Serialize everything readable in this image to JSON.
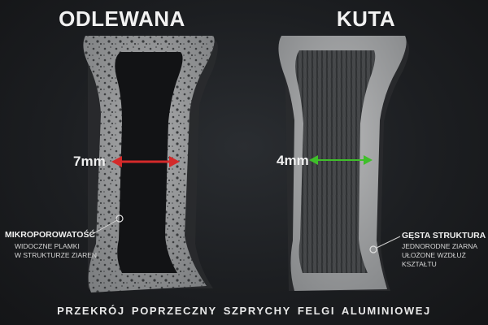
{
  "left": {
    "title": "ODLEWANA",
    "thickness_label": "7mm",
    "callout": {
      "title": "MIKROPOROWATOŚĆ",
      "lines": [
        "WIDOCZNE PLAMKI",
        "W STRUKTURZE ZIAREN"
      ]
    }
  },
  "right": {
    "title": "KUTA",
    "thickness_label": "4mm",
    "callout": {
      "title": "GĘSTA STRUKTURA",
      "lines": [
        "JEDNORODNE ZIARNA",
        "UŁOŻONE WZDŁUŻ",
        "KSZTAŁTU"
      ]
    }
  },
  "caption": "PRZEKRÓJ POPRZECZNY SZPRYCHY FELGI ALUMINIOWEJ",
  "colors": {
    "cast_arrow": "#d42a2a",
    "forged_arrow": "#3fbf2a",
    "background": "#1c1e21"
  }
}
